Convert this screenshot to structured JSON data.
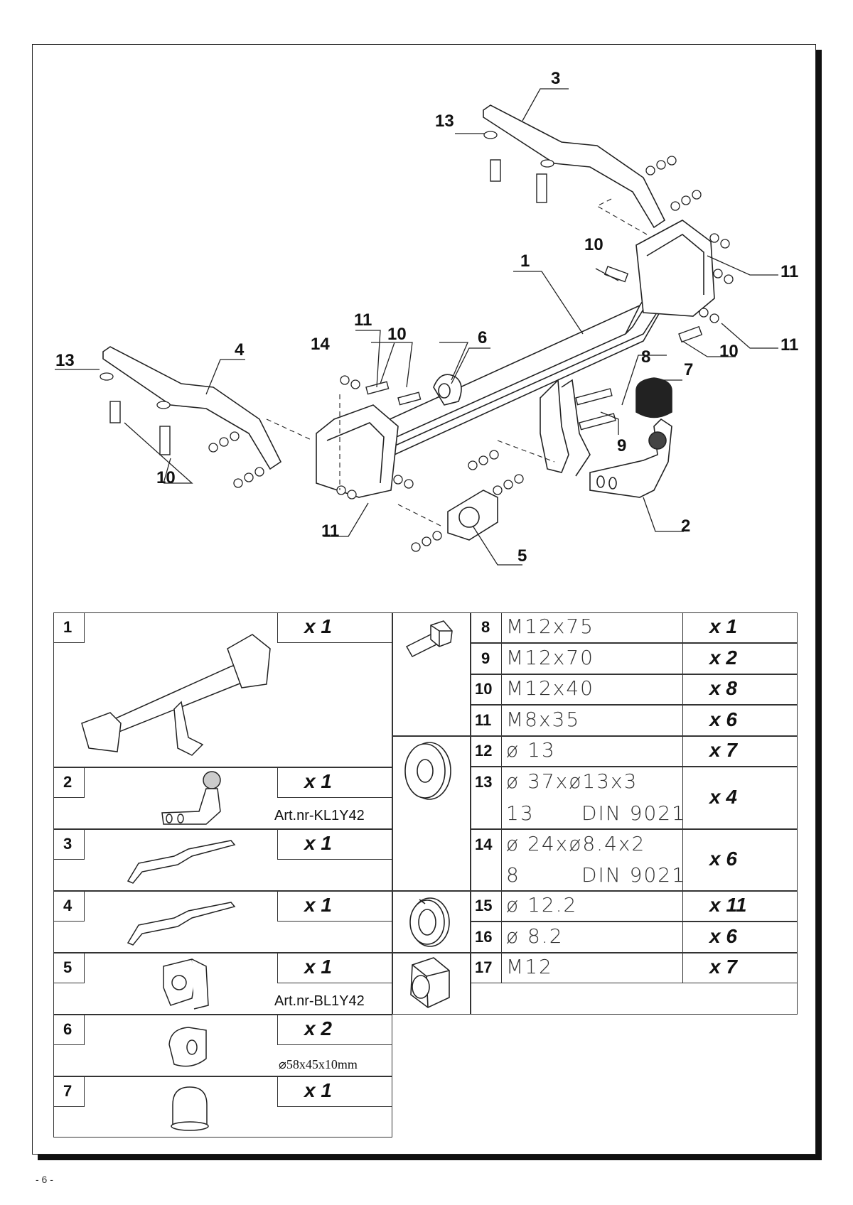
{
  "page_number": "- 6 -",
  "diagram": {
    "callouts": [
      "1",
      "2",
      "3",
      "4",
      "5",
      "6",
      "7",
      "8",
      "9",
      "10",
      "10",
      "10",
      "10",
      "11",
      "11",
      "11",
      "11",
      "13",
      "13",
      "14"
    ]
  },
  "parts_left": [
    {
      "num": "1",
      "qty": "x 1",
      "note": ""
    },
    {
      "num": "2",
      "qty": "x 1",
      "note": "Art.nr-KL1Y42"
    },
    {
      "num": "3",
      "qty": "x 1",
      "note": ""
    },
    {
      "num": "4",
      "qty": "x 1",
      "note": ""
    },
    {
      "num": "5",
      "qty": "x 1",
      "note": "Art.nr-BL1Y42"
    },
    {
      "num": "6",
      "qty": "x 2",
      "note": "⌀58x45x10mm"
    },
    {
      "num": "7",
      "qty": "x 1",
      "note": ""
    }
  ],
  "parts_right": [
    {
      "num": "8",
      "spec": "M12x75",
      "spec2": "",
      "spec2b": "",
      "qty": "x 1"
    },
    {
      "num": "9",
      "spec": "M12x70",
      "spec2": "",
      "spec2b": "",
      "qty": "x 2"
    },
    {
      "num": "10",
      "spec": "M12x40",
      "spec2": "",
      "spec2b": "",
      "qty": "x 8"
    },
    {
      "num": "11",
      "spec": "M8x35",
      "spec2": "",
      "spec2b": "",
      "qty": "x 6"
    },
    {
      "num": "12",
      "spec": "ø 13",
      "spec2": "",
      "spec2b": "",
      "qty": "x 7"
    },
    {
      "num": "13",
      "spec": "ø 37xø13x3",
      "spec2": "13",
      "spec2b": "DIN 9021",
      "qty": "x 4"
    },
    {
      "num": "14",
      "spec": "ø 24xø8.4x2",
      "spec2": "8",
      "spec2b": "DIN 9021",
      "qty": "x 6"
    },
    {
      "num": "15",
      "spec": "ø 12.2",
      "spec2": "",
      "spec2b": "",
      "qty": "x 11"
    },
    {
      "num": "16",
      "spec": "ø 8.2",
      "spec2": "",
      "spec2b": "",
      "qty": "x 6"
    },
    {
      "num": "17",
      "spec": "M12",
      "spec2": "",
      "spec2b": "",
      "qty": "x 7"
    }
  ]
}
